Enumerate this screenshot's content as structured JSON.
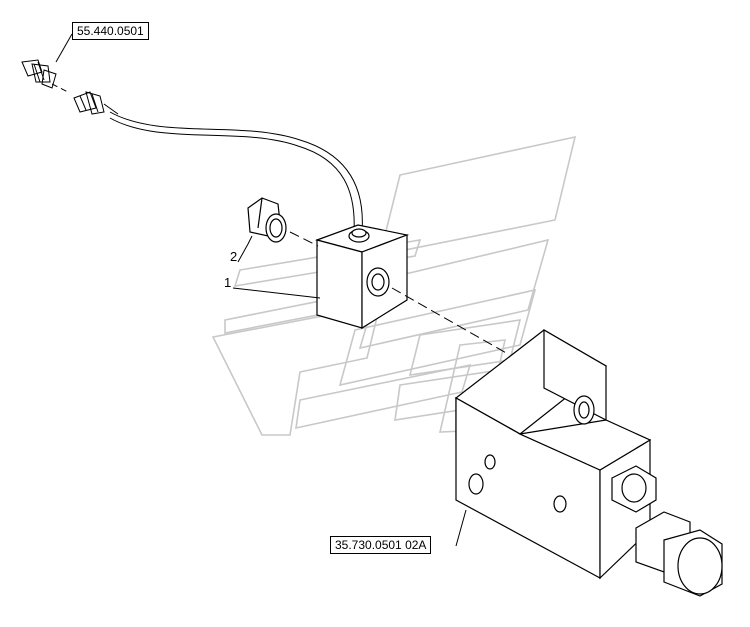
{
  "diagram": {
    "references": {
      "sensor_connector_ref": "55.440.0501",
      "valve_assembly_ref": "35.730.0501 02A"
    },
    "item_labels": {
      "item_1": "1",
      "item_2": "2"
    },
    "colors": {
      "line": "#000000",
      "watermark": "#c8c8c8",
      "background": "#ffffff"
    }
  }
}
